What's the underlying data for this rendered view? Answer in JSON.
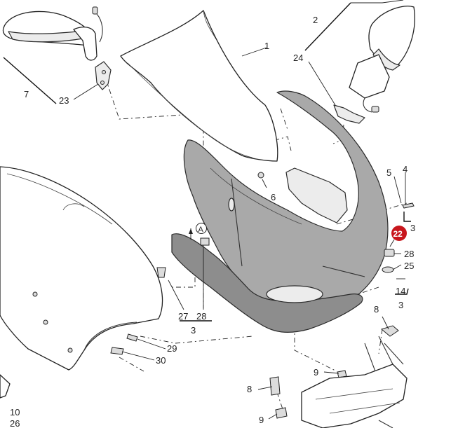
{
  "diagram": {
    "callouts": {
      "c1": "1",
      "c2": "2",
      "c7": "7",
      "c23": "23",
      "c24": "24",
      "c4": "4",
      "c5": "5",
      "c6": "6",
      "c3a": "3",
      "c28a": "28",
      "c25": "25",
      "c14": "14",
      "c3b": "3",
      "c8a": "8",
      "c9a": "9",
      "c8b": "8",
      "c9b": "9",
      "c27": "27",
      "c28b": "28",
      "c3c": "3",
      "c29": "29",
      "c30": "30",
      "c10": "10",
      "c26": "26",
      "marker_a": "A",
      "badge": "22"
    },
    "colors": {
      "fairing_fill": "#a9a9a9",
      "badge_fill": "#c8161d"
    }
  }
}
